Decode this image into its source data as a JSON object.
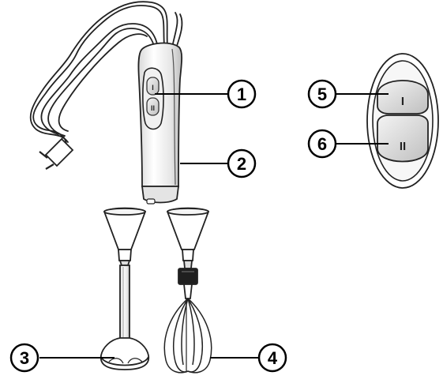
{
  "callouts": [
    {
      "number": "1"
    },
    {
      "number": "2"
    },
    {
      "number": "3"
    },
    {
      "number": "4"
    },
    {
      "number": "5"
    },
    {
      "number": "6"
    }
  ],
  "button_labels": {
    "low": "I",
    "high": "II",
    "handle_low": "I",
    "handle_high": "II"
  }
}
